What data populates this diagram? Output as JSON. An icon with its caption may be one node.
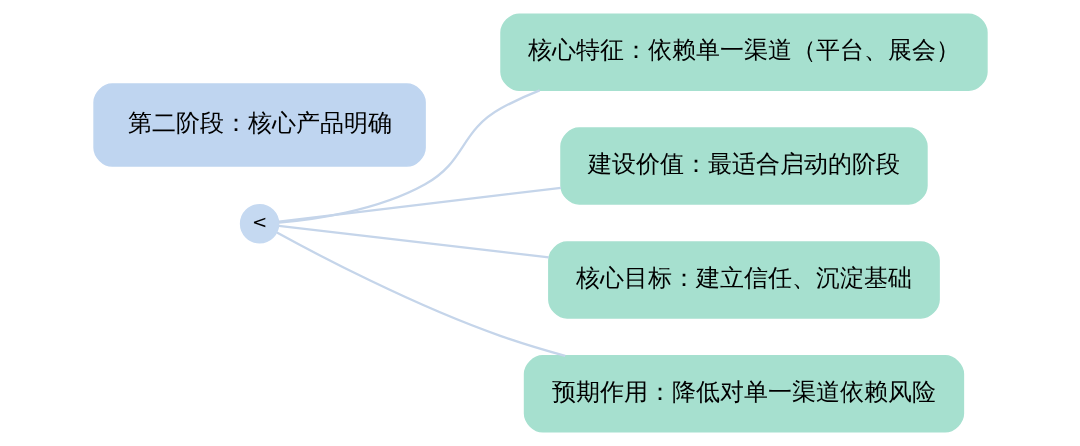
{
  "diagram": {
    "nodes": [
      {
        "text": [
          "第二阶段：核心产品明确"
        ]
      },
      {
        "text": [
          "<"
        ]
      },
      {
        "text": [
          "核心特征：依赖单一渠道（平台、展会）"
        ]
      },
      {
        "text": [
          "建设价值：最适合启动的阶段"
        ]
      },
      {
        "text": [
          "核心目标：建立信任、沉淀基础"
        ]
      },
      {
        "text": [
          "预期作用：降低对单一渠道依赖风险"
        ]
      }
    ],
    "edges": [
      {
        "from": 1,
        "to": 2,
        "arrow": "none"
      },
      {
        "from": 1,
        "to": 3,
        "arrow": "none"
      },
      {
        "from": 1,
        "to": 4,
        "arrow": "none"
      },
      {
        "from": 1,
        "to": 5,
        "arrow": "none"
      }
    ]
  }
}
